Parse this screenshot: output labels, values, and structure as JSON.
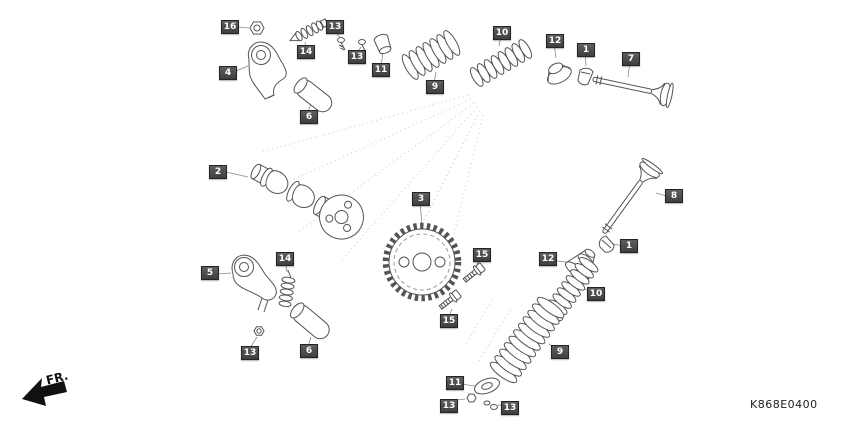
{
  "page": {
    "code": "K868E0400",
    "direction_label": "FR.",
    "colors": {
      "label_bg": "#4a4a4a",
      "label_text": "#ffffff",
      "line": "#545454"
    },
    "icons": {
      "fr_arrow": "fr-direction-arrow"
    }
  },
  "labels": [
    {
      "text": "16"
    },
    {
      "text": "13"
    },
    {
      "text": "14"
    },
    {
      "text": "4"
    },
    {
      "text": "13"
    },
    {
      "text": "11"
    },
    {
      "text": "6"
    },
    {
      "text": "9"
    },
    {
      "text": "10"
    },
    {
      "text": "12"
    },
    {
      "text": "1"
    },
    {
      "text": "7"
    },
    {
      "text": "2"
    },
    {
      "text": "3"
    },
    {
      "text": "8"
    },
    {
      "text": "5"
    },
    {
      "text": "14"
    },
    {
      "text": "15"
    },
    {
      "text": "15"
    },
    {
      "text": "13"
    },
    {
      "text": "6"
    },
    {
      "text": "12"
    },
    {
      "text": "1"
    },
    {
      "text": "10"
    },
    {
      "text": "9"
    },
    {
      "text": "11"
    },
    {
      "text": "13"
    },
    {
      "text": "13"
    }
  ]
}
